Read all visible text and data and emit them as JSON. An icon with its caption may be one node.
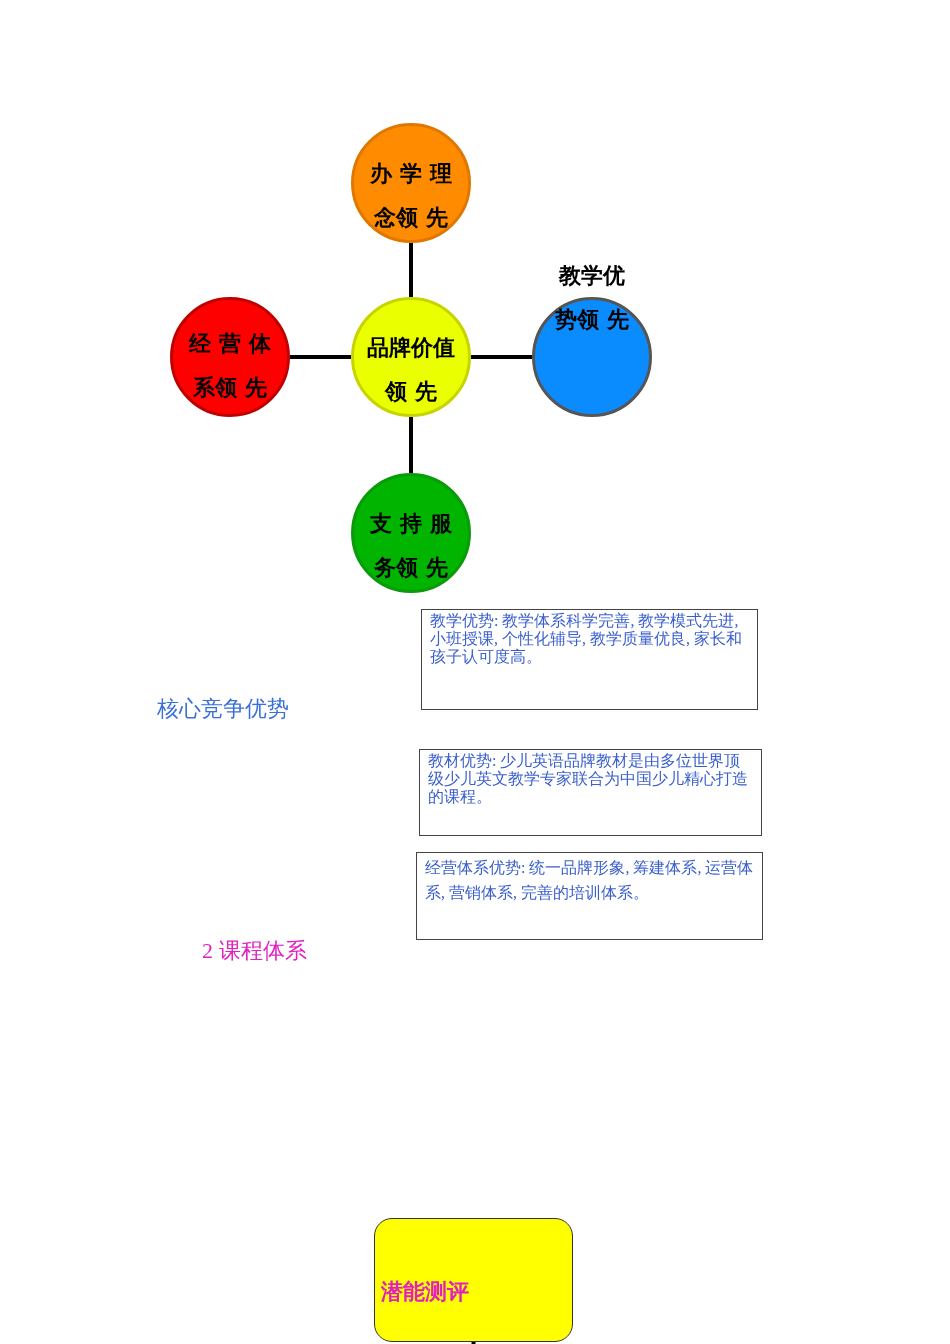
{
  "diagram": {
    "nodes": [
      {
        "text": [
          "办 学 理念领 先"
        ]
      },
      {
        "text": [
          "经 营 体系领 先"
        ]
      },
      {
        "text": [
          "品牌价值领 先"
        ]
      },
      {
        "text": [
          "教学优势领 先"
        ]
      },
      {
        "text": [
          "支 持 服务领 先"
        ]
      },
      {
        "text": [
          "教学优势: 教学体系科学完善, 教学模式先进, 小班授课, 个性化辅导, 教学质量优良, 家长和孩子认可度高。"
        ]
      },
      {
        "text": [
          "教材优势: 少儿英语品牌教材是由多位世界顶级少儿英文教学专家联合为中国少儿精心打造的课程。"
        ]
      },
      {
        "text": [
          "经营体系优势: 统一品牌形象, 筹建体系, 运营体系, 营销体系, 完善的培训体系。"
        ]
      },
      {
        "text": [
          "潜能测评"
        ]
      }
    ],
    "edges": [
      {
        "from": 2,
        "to": 0,
        "arrow": "none"
      },
      {
        "from": 2,
        "to": 1,
        "arrow": "none"
      },
      {
        "from": 2,
        "to": 3,
        "arrow": "none"
      },
      {
        "from": 2,
        "to": 4,
        "arrow": "none"
      },
      {
        "from": 8,
        "to": null,
        "arrow": "none"
      }
    ],
    "labels": [
      "核心竞争优势",
      "2 课程体系"
    ]
  }
}
